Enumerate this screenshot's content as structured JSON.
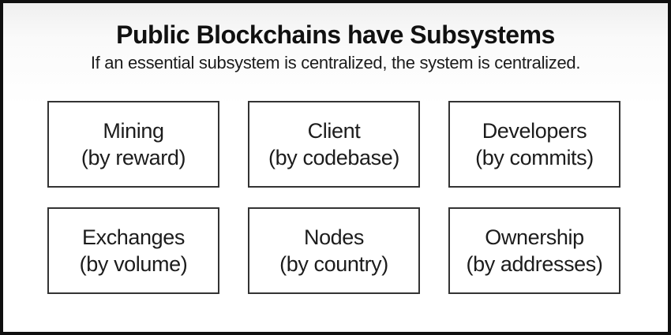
{
  "slide": {
    "title": "Public Blockchains have Subsystems",
    "subtitle": "If an essential subsystem is centralized, the system is centralized."
  },
  "boxes": [
    {
      "name": "Mining",
      "qualifier": "(by reward)"
    },
    {
      "name": "Client",
      "qualifier": "(by codebase)"
    },
    {
      "name": "Developers",
      "qualifier": "(by commits)"
    },
    {
      "name": "Exchanges",
      "qualifier": "(by volume)"
    },
    {
      "name": "Nodes",
      "qualifier": "(by country)"
    },
    {
      "name": "Ownership",
      "qualifier": "(by addresses)"
    }
  ],
  "colors": {
    "frame_border": "#0f0f0f",
    "box_border": "#333333",
    "text": "#1c1c1c",
    "background": "#ffffff"
  }
}
